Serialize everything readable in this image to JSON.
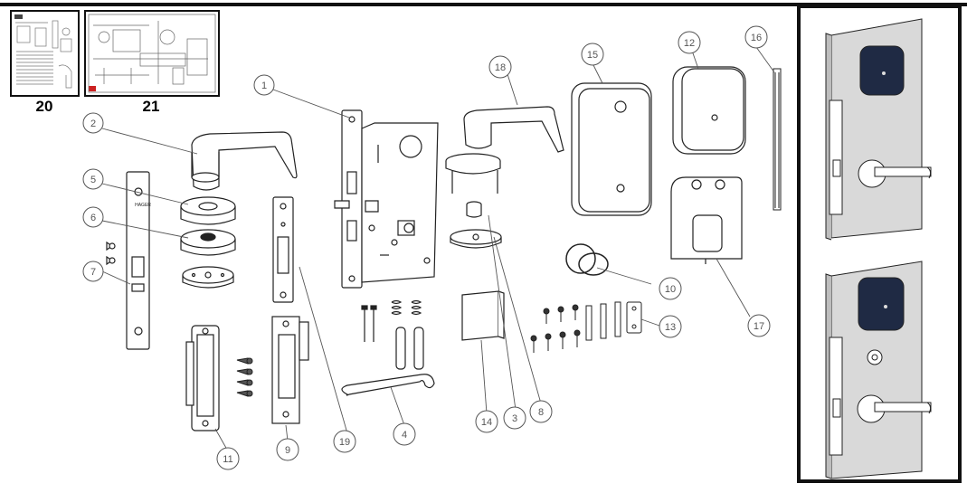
{
  "thumbnails": [
    {
      "label": "20"
    },
    {
      "label": "21"
    }
  ],
  "callouts": {
    "c1": "1",
    "c2": "2",
    "c3": "3",
    "c4": "4",
    "c5": "5",
    "c6": "6",
    "c7": "7",
    "c8": "8",
    "c9": "9",
    "c10": "10",
    "c11": "11",
    "c12": "12",
    "c13": "13",
    "c14": "14",
    "c15": "15",
    "c16": "16",
    "c17": "17",
    "c18": "18",
    "c19": "19"
  },
  "faceplate_text": "HAGER",
  "colors": {
    "line": "#222222",
    "callout": "#555555",
    "wall": "#d9d9d9",
    "wall_dark": "#bdbdbd",
    "reader": "#1f2a44",
    "frame": "#111111"
  }
}
